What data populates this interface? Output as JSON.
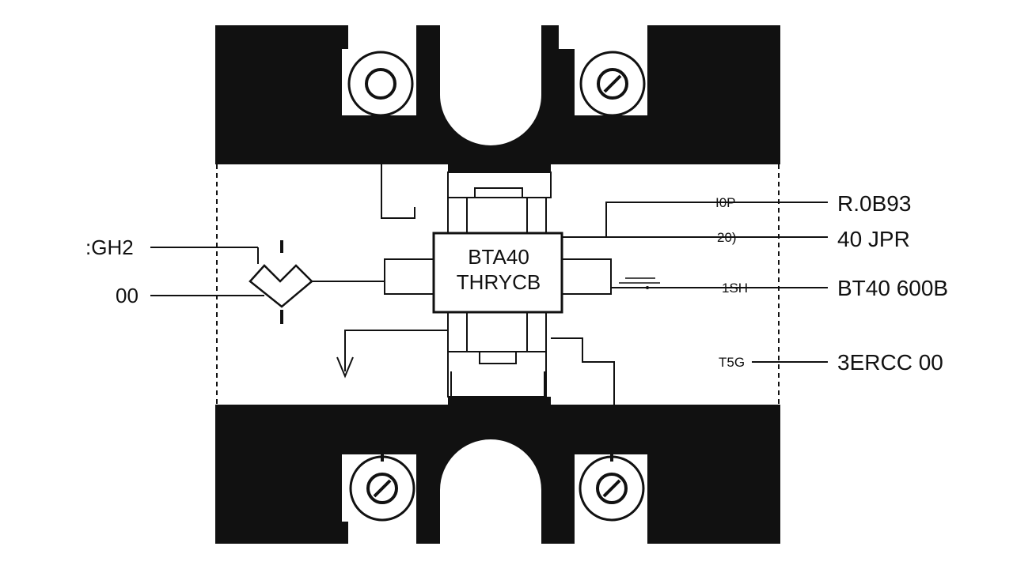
{
  "chip": {
    "line1": "BTA40",
    "line2": "THRYCB"
  },
  "left_labels": [
    {
      "id": "top",
      "text": ":GH2"
    },
    {
      "id": "bottom",
      "text": "00"
    }
  ],
  "right_pin_labels": [
    {
      "id": "p1",
      "text": "I0P"
    },
    {
      "id": "p2",
      "text": "20)"
    },
    {
      "id": "p3",
      "text": "1SH"
    },
    {
      "id": "p4",
      "text": "T5G"
    }
  ],
  "right_values": [
    {
      "id": "v1",
      "text": "R.0B93"
    },
    {
      "id": "v2",
      "text": "40 JPR"
    },
    {
      "id": "v3",
      "text": "BT40 600B"
    },
    {
      "id": "v4",
      "text": "3ERCC 00"
    }
  ],
  "colors": {
    "ink": "#111111",
    "paper": "#ffffff"
  }
}
